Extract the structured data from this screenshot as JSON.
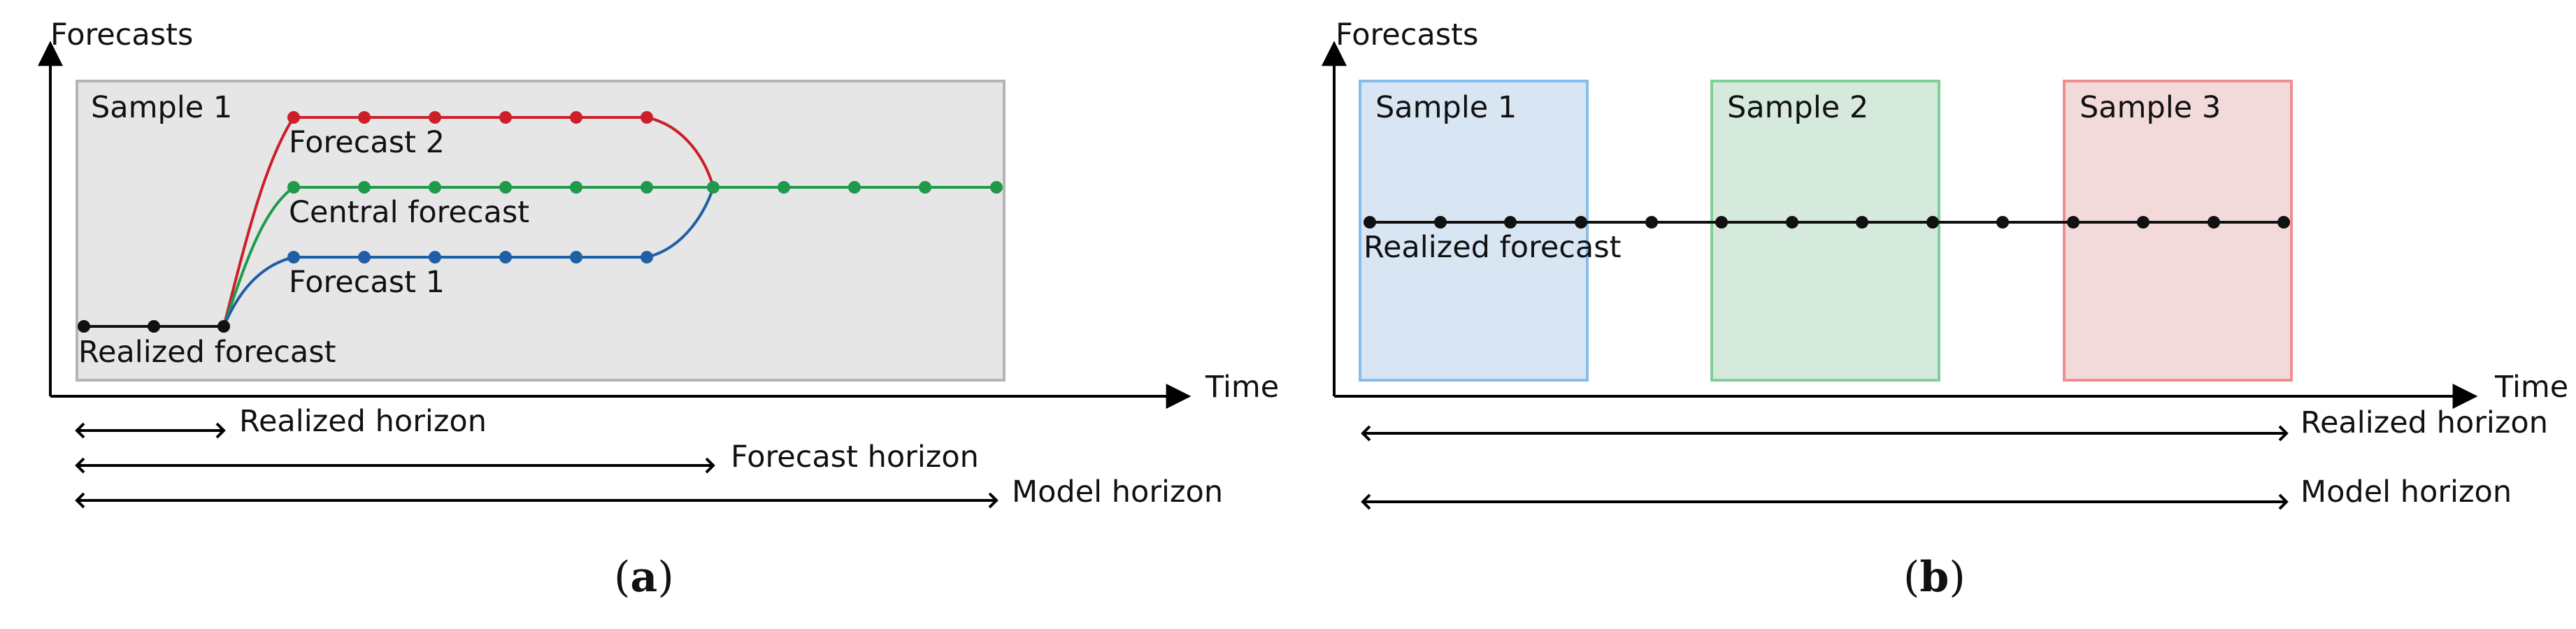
{
  "colors": {
    "axis": "#000000",
    "realized": "#111111",
    "forecast1": "#1f5fa6",
    "forecast2": "#cc1f2a",
    "central": "#1f9a4b",
    "sample_box_a_fill": "#e6e6e6",
    "sample_box_a_stroke": "#b5b5b5",
    "sample_box_a_text": "#b5b5b5",
    "sample1_fill": "#d8e6f3",
    "sample1_stroke": "#86bde9",
    "sample1_text": "#5aa6e0",
    "sample2_fill": "#d5eadc",
    "sample2_stroke": "#7fcf98",
    "sample2_text": "#4cc077",
    "sample3_fill": "#f3dada",
    "sample3_stroke": "#ee8e8e",
    "sample3_text": "#e5646a"
  },
  "panel_a": {
    "y_axis_label": "Forecasts",
    "x_axis_label": "Time",
    "sample_label": "Sample 1",
    "forecast2_label": "Forecast 2",
    "central_label": "Central forecast",
    "forecast1_label": "Forecast 1",
    "realized_label": "Realized forecast",
    "horizons": [
      "Realized horizon",
      "Forecast horizon",
      "Model horizon"
    ],
    "caption_open": "(",
    "caption_letter": "a",
    "caption_close": ")"
  },
  "panel_b": {
    "y_axis_label": "Forecasts",
    "x_axis_label": "Time",
    "samples": [
      "Sample 1",
      "Sample 2",
      "Sample 3"
    ],
    "realized_label": "Realized forecast",
    "horizons": [
      "Realized horizon",
      "Model horizon"
    ],
    "caption_open": "(",
    "caption_letter": "b",
    "caption_close": ")"
  }
}
